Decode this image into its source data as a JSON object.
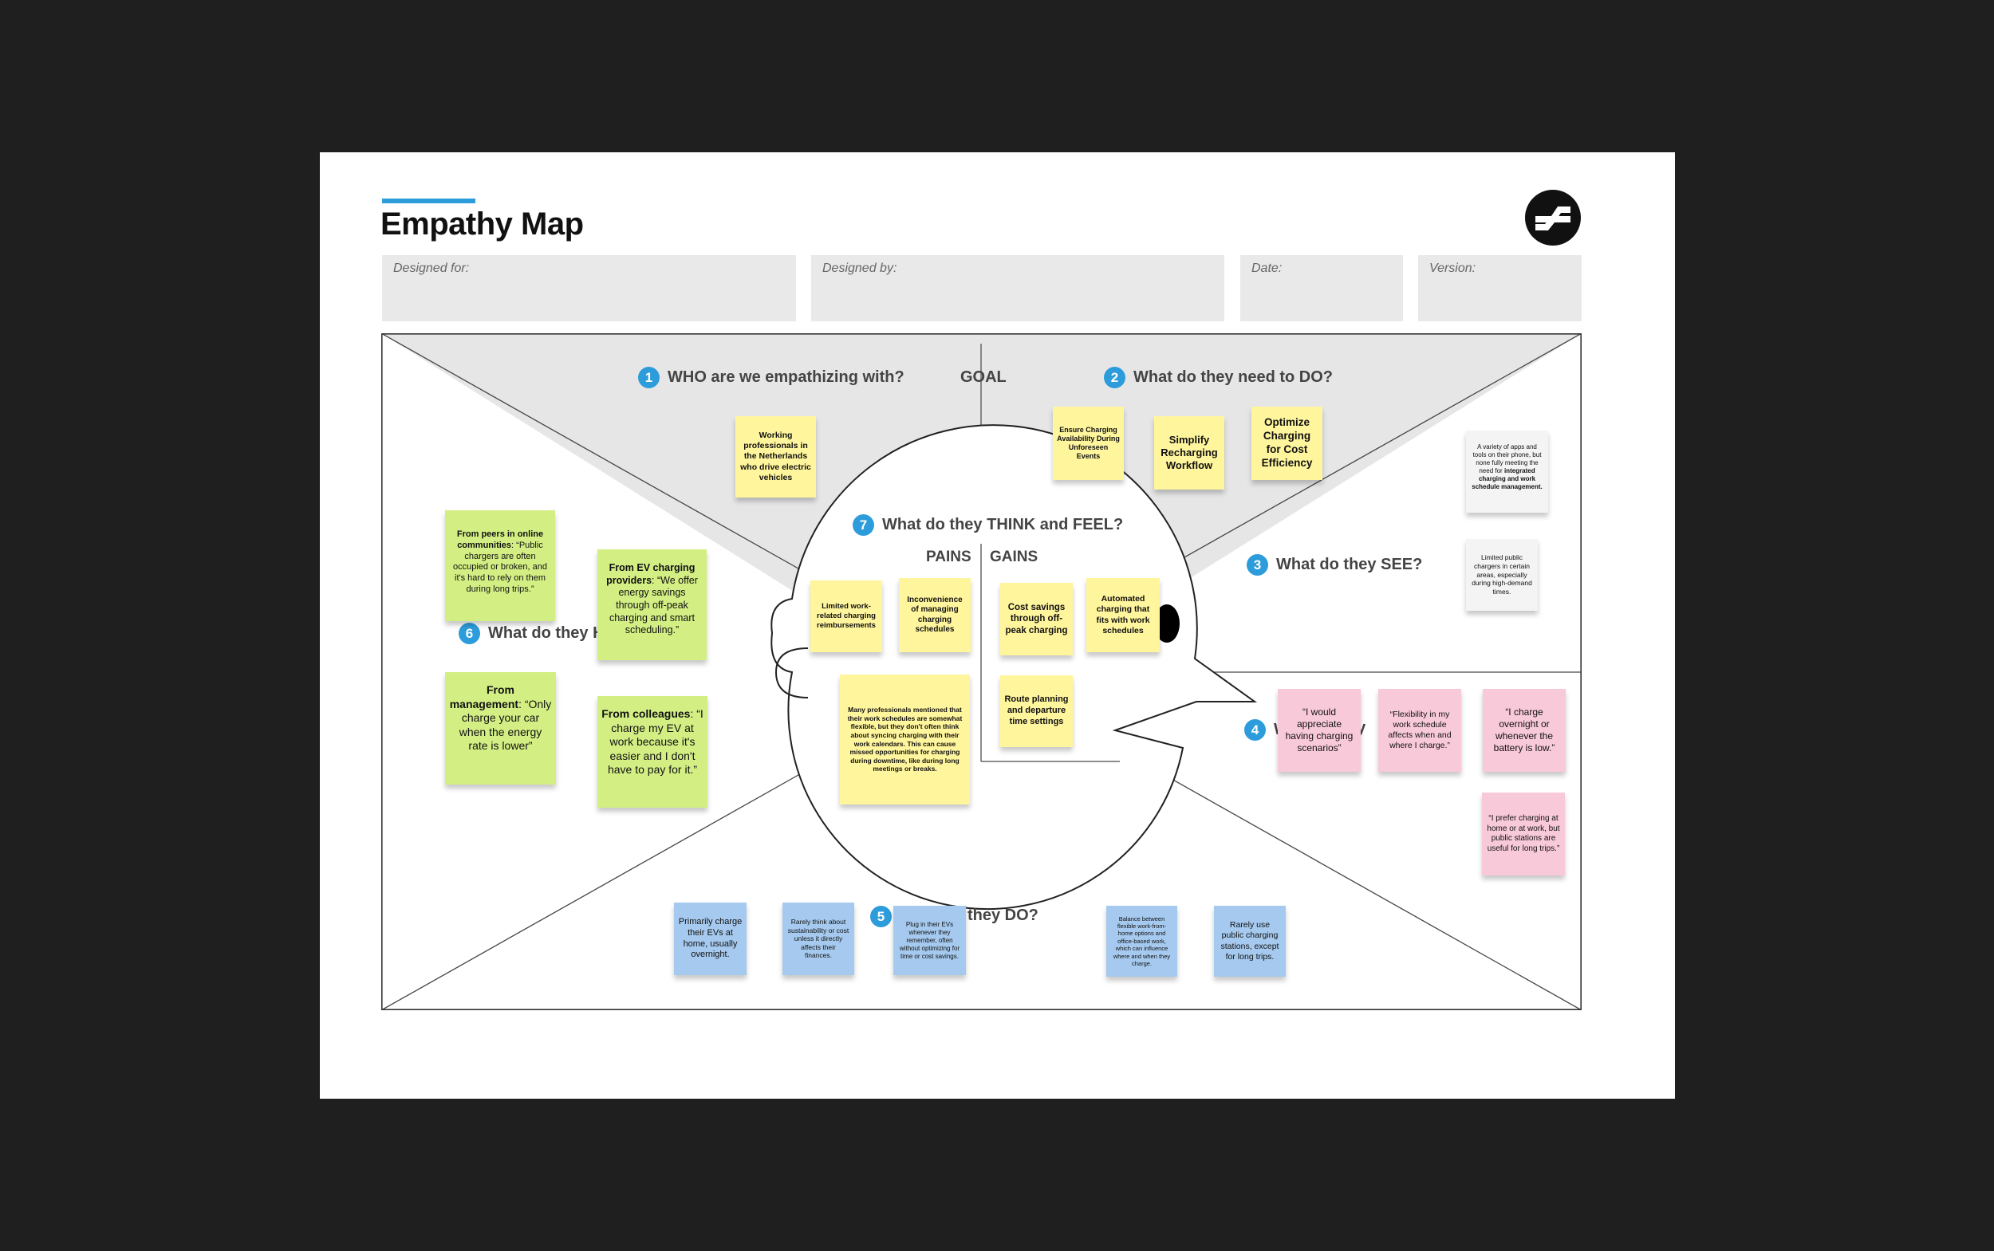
{
  "title": "Empathy Map",
  "fields": {
    "designed_for": "Designed for:",
    "designed_by": "Designed by:",
    "date": "Date:",
    "version": "Version:"
  },
  "sections": {
    "who": {
      "num": "1",
      "label": "WHO are we empathizing with?"
    },
    "do": {
      "num": "2",
      "label": "What do they need to DO?"
    },
    "see": {
      "num": "3",
      "label": "What do they SEE?"
    },
    "say": {
      "num": "4",
      "label": "What do they SAY?",
      "visible_start": "W",
      "visible_end": "ey"
    },
    "doing": {
      "num": "5",
      "label": "What do they DO?",
      "visible_end": "they DO?"
    },
    "hear": {
      "num": "6",
      "label": "What do they HEAR?",
      "visible": "What do they H"
    },
    "think": {
      "num": "7",
      "label": "What do they THINK and FEEL?"
    },
    "goal": "GOAL",
    "pains": "PAINS",
    "gains": "GAINS"
  },
  "notes": {
    "who": "Working professionals in the Netherlands who drive electric vehicles",
    "do": [
      "Ensure Charging Availability During Unforeseen Events",
      "Simplify Recharging Workflow",
      "Optimize Charging for Cost Efficiency"
    ],
    "see": {
      "s1_a": "A variety of apps and tools on their phone, but none fully meeting the need for",
      "s1_b": "integrated charging and work schedule management.",
      "s2": "Limited public chargers in certain areas, especially during high-demand times."
    },
    "pains": [
      "Limited work-related charging reimbursements",
      "Inconvenience of managing charging schedules"
    ],
    "pains_long": "Many professionals mentioned that their work schedules are somewhat flexible, but they don't often think about syncing charging with their work calendars. This can cause missed opportunities for charging during downtime, like during long meetings or breaks.",
    "gains": [
      "Cost savings through off-peak charging",
      "Automated charging that fits with work schedules",
      "Route planning and departure time settings"
    ],
    "hear": {
      "h1_bold": "From peers in online communities",
      "h1_text": ": “Public chargers are often occupied or broken, and it's hard to rely on them during long trips.”",
      "h2_bold": "From EV charging providers",
      "h2_text": ": “We offer energy savings through off-peak charging and smart scheduling.”",
      "h3_bold": "From management",
      "h3_text": ": “Only charge your car when the energy rate is lower”",
      "h4_bold": "From colleagues",
      "h4_text": ": “I charge my EV at work because it's easier and I don't have to pay for it.”"
    },
    "say": [
      "“I would appreciate having charging scenarios”",
      "“Flexibility in my work schedule affects when and where I charge.”",
      "“I charge overnight or whenever the battery is low.”",
      "“I prefer charging at home or at work, but public stations are useful for long trips.”"
    ],
    "doing": [
      "Primarily charge their EVs at home, usually overnight.",
      "Rarely think about sustainability or cost unless it directly affects their finances.",
      "Plug in their EVs whenever they remember, often without optimizing for time or cost savings.",
      "Balance between flexible work-from-home options and office-based work, which can influence where and when they charge.",
      "Rarely use public charging stations, except for long trips."
    ]
  },
  "colors": {
    "accent": "#2d9cdb",
    "sticky_yellow": "#fff59d",
    "sticky_green": "#d3ef84",
    "sticky_pink": "#f8c9d9",
    "sticky_blue": "#a6caef",
    "background": "#1f1f1f"
  }
}
